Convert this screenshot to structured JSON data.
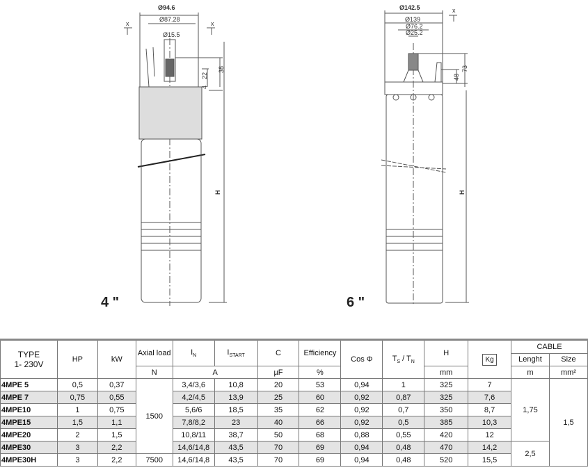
{
  "drawing_4in": {
    "label": "4 \"",
    "dims": [
      "Ø94.6",
      "Ø87.28",
      "Ø15.5",
      "38",
      "22",
      "4",
      "H",
      "x",
      "x"
    ]
  },
  "drawing_6in": {
    "label": "6 \"",
    "dims": [
      "Ø142.5",
      "Ø139",
      "Ø76.2",
      "Ø25.2",
      "73",
      "48",
      "H",
      "x"
    ]
  },
  "table": {
    "headers": {
      "type": "TYPE",
      "type2": "1- 230V",
      "hp": "HP",
      "kw": "kW",
      "axial": "Axial load",
      "in": "I",
      "in_sub": "N",
      "istart": "I",
      "istart_sub": "START",
      "c": "C",
      "eff": "Efficiency",
      "cos": "Cos Φ",
      "ts": "T",
      "ts_sub": "S",
      "tn": " / T",
      "tn_sub": "N",
      "h": "H",
      "kg": "Kg",
      "cable": "CABLE",
      "length": "Lenght",
      "size": "Size"
    },
    "units": {
      "axial": "N",
      "current": "A",
      "c": "µF",
      "eff": "%",
      "h": "mm",
      "length": "m",
      "size": "mm²"
    },
    "rows": [
      {
        "type": "4MPE 5",
        "hp": "0,5",
        "kw": "0,37",
        "in": "3,4/3,6",
        "istart": "10,8",
        "c": "20",
        "eff": "53",
        "cos": "0,94",
        "tstn": "1",
        "h": "325",
        "kg": "7"
      },
      {
        "type": "4MPE 7",
        "hp": "0,75",
        "kw": "0,55",
        "in": "4,2/4,5",
        "istart": "13,9",
        "c": "25",
        "eff": "60",
        "cos": "0,92",
        "tstn": "0,87",
        "h": "325",
        "kg": "7,6"
      },
      {
        "type": "4MPE10",
        "hp": "1",
        "kw": "0,75",
        "in": "5,6/6",
        "istart": "18,5",
        "c": "35",
        "eff": "62",
        "cos": "0,92",
        "tstn": "0,7",
        "h": "350",
        "kg": "8,7"
      },
      {
        "type": "4MPE15",
        "hp": "1,5",
        "kw": "1,1",
        "in": "7,8/8,2",
        "istart": "23",
        "c": "40",
        "eff": "66",
        "cos": "0,92",
        "tstn": "0,5",
        "h": "385",
        "kg": "10,3"
      },
      {
        "type": "4MPE20",
        "hp": "2",
        "kw": "1,5",
        "in": "10,8/11",
        "istart": "38,7",
        "c": "50",
        "eff": "68",
        "cos": "0,88",
        "tstn": "0,55",
        "h": "420",
        "kg": "12"
      },
      {
        "type": "4MPE30",
        "hp": "3",
        "kw": "2,2",
        "in": "14,6/14,8",
        "istart": "43,5",
        "c": "70",
        "eff": "69",
        "cos": "0,94",
        "tstn": "0,48",
        "h": "470",
        "kg": "14,2"
      },
      {
        "type": "4MPE30H",
        "hp": "3",
        "kw": "2,2",
        "in": "14,6/14,8",
        "istart": "43,5",
        "c": "70",
        "eff": "69",
        "cos": "0,94",
        "tstn": "0,48",
        "h": "520",
        "kg": "15,5"
      }
    ],
    "axial_1": "1500",
    "axial_2": "7500",
    "length_1": "1,75",
    "length_2": "2,5",
    "size_all": "1,5"
  }
}
